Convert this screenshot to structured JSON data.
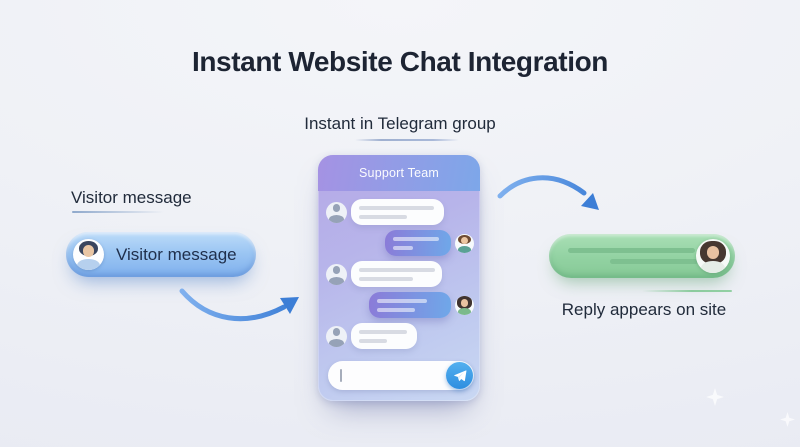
{
  "title": "Instant Website Chat Integration",
  "labels": {
    "telegram_group": "Instant in Telegram group",
    "visitor": "Visitor message",
    "reply": "Reply appears on site"
  },
  "visitor_pill": {
    "text": "Visitor message",
    "avatar": "visitor-person"
  },
  "chat": {
    "header_title": "Support Team",
    "messages": [
      {
        "side": "left",
        "avatar": "generic",
        "bubble_w": 93,
        "lines": [
          75,
          48
        ]
      },
      {
        "side": "right",
        "avatar": "man",
        "bubble_w": 66,
        "lines": [
          46,
          20
        ]
      },
      {
        "side": "left",
        "avatar": "generic",
        "bubble_w": 91,
        "lines": [
          76,
          54
        ]
      },
      {
        "side": "right",
        "avatar": "woman",
        "bubble_w": 82,
        "lines": [
          50,
          38
        ]
      },
      {
        "side": "left",
        "avatar": "generic",
        "bubble_w": 66,
        "lines": [
          48,
          28
        ]
      }
    ],
    "input": {
      "value": "",
      "send_icon": "telegram-paper-plane"
    }
  },
  "reply_pill": {
    "avatar": "support-woman",
    "lines": [
      127,
      88
    ]
  },
  "colors": {
    "title_text": "#1d2433",
    "pill_blue_top": "#bddcf9",
    "pill_blue_bottom": "#7fb0ed",
    "chat_header_from": "#a592e3",
    "chat_header_to": "#7da7e9",
    "bubble_purple_from": "#8b7bd8",
    "bubble_purple_to": "#6fa8e9",
    "green_from": "#a9dfb5",
    "green_to": "#86c996",
    "arrow_from": "#7fb0ee",
    "arrow_to": "#3c7ed6"
  }
}
